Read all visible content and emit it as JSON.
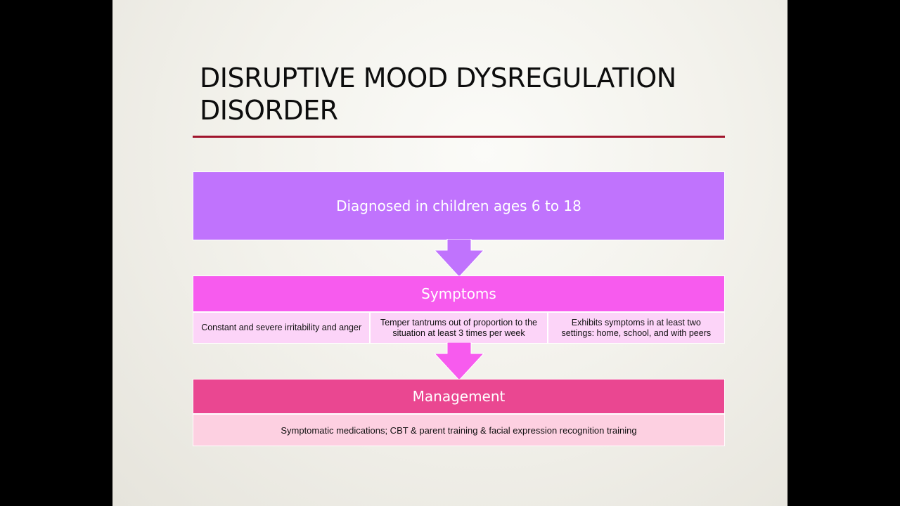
{
  "title": "DISRUPTIVE MOOD DYSREGULATION DISORDER",
  "diagnosis": {
    "text": "Diagnosed in children ages 6 to 18"
  },
  "symptoms": {
    "header": "Symptoms",
    "items": [
      "Constant and severe irritability and anger",
      "Temper tantrums out of proportion to the situation at least 3 times per week",
      "Exhibits symptoms in at least two settings: home, school, and with peers"
    ]
  },
  "management": {
    "header": "Management",
    "text": "Symptomatic medications; CBT & parent training & facial expression recognition training"
  },
  "colors": {
    "title_rule": "#a0142c",
    "diagnosis_fill": "#c073fd",
    "symptoms_fill": "#f75bee",
    "symptoms_item_fill": "#fcd4f8",
    "management_fill": "#ea4791",
    "management_item_fill": "#fdd0e1"
  }
}
